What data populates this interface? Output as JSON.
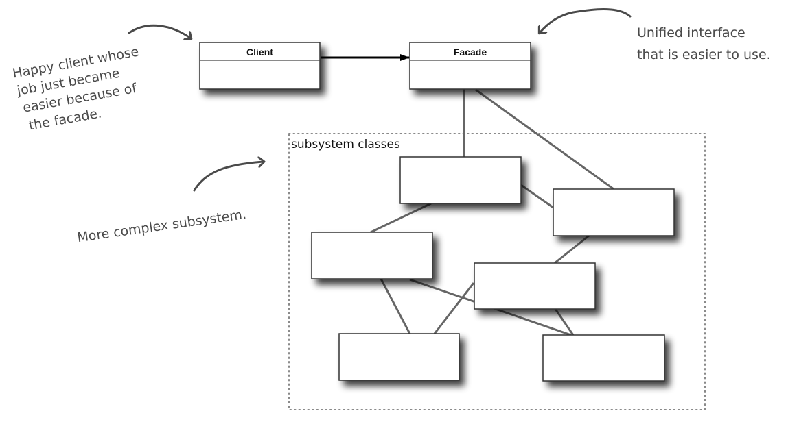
{
  "diagram": {
    "title": "Facade pattern",
    "classes": {
      "client": {
        "name": "Client"
      },
      "facade": {
        "name": "Facade"
      }
    },
    "subsystem": {
      "label": "subsystem classes",
      "class_count": 6
    },
    "relationships": [
      {
        "from": "Client",
        "to": "Facade",
        "type": "association-arrow"
      },
      {
        "from": "Facade",
        "to": "subsystem-class-1",
        "type": "line"
      },
      {
        "from": "Facade",
        "to": "subsystem-class-2",
        "type": "line"
      },
      {
        "from": "subsystem-class-1",
        "to": "subsystem-class-2",
        "type": "line"
      },
      {
        "from": "subsystem-class-1",
        "to": "subsystem-class-3",
        "type": "line"
      },
      {
        "from": "subsystem-class-2",
        "to": "subsystem-class-4",
        "type": "line"
      },
      {
        "from": "subsystem-class-3",
        "to": "subsystem-class-5",
        "type": "line"
      },
      {
        "from": "subsystem-class-3",
        "to": "subsystem-class-6",
        "type": "line"
      },
      {
        "from": "subsystem-class-4",
        "to": "subsystem-class-5",
        "type": "line"
      },
      {
        "from": "subsystem-class-4",
        "to": "subsystem-class-6",
        "type": "line"
      }
    ],
    "annotations": {
      "client_note": [
        "Happy client whose",
        "job just became",
        "easier because of",
        "the facade."
      ],
      "facade_note": [
        "Unified interface",
        "that is easier to use."
      ],
      "subsystem_note": [
        "More complex subsystem."
      ]
    },
    "colors": {
      "box_border": "#333333",
      "connector": "#666666",
      "arrow": "#000000",
      "handwriting": "#4a4a4a",
      "dotted_border": "#888888"
    }
  }
}
